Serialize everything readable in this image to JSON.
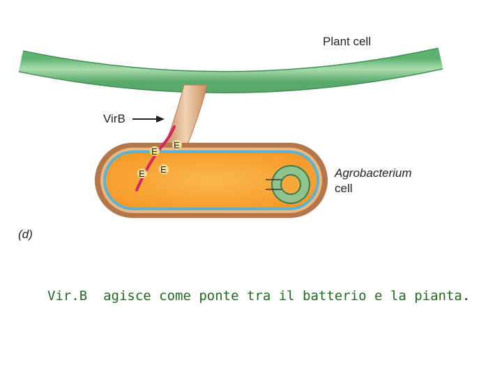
{
  "diagram": {
    "plant_cell_label": "Plant cell",
    "virb_label": "VirB",
    "effector_label": "E",
    "bacterium_label_line1": "Agrobacterium",
    "bacterium_label_line2": "cell",
    "panel_label": "(d)"
  },
  "caption": {
    "text": "Vir.B  agisce come ponte tra il batterio e la pianta",
    "end_mark": "."
  },
  "colors": {
    "plant_wall": "#7cc58c",
    "bacterium_outer": "#b5774a",
    "bacterium_membrane": "#5ab3d6",
    "cytoplasm": "#f5a93a",
    "pilus": "#d9a57c",
    "virb_strand": "#d6245f",
    "effector_fill": "#f4df9a",
    "plasmid": "#8fc48e",
    "caption_text": "#1f6a1f"
  }
}
